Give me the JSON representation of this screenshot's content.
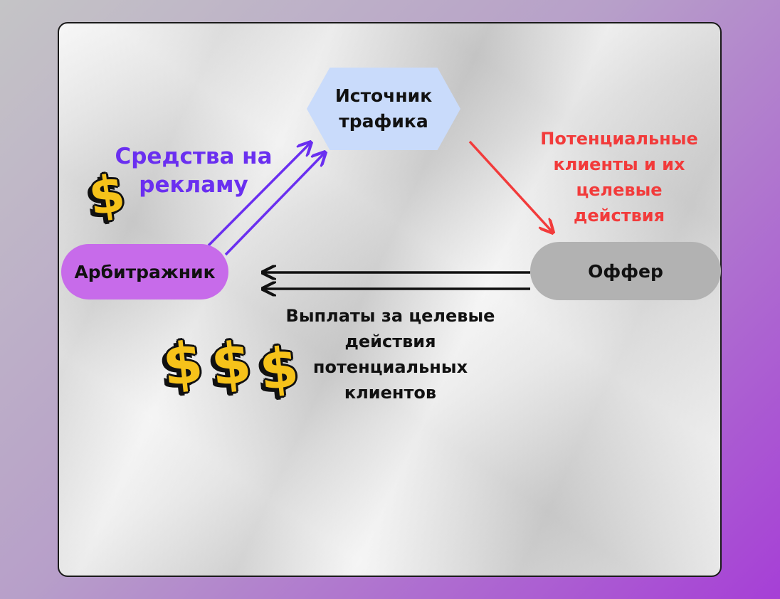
{
  "nodes": {
    "traffic_source": "Источник трафика",
    "arbitrager": "Арбитражник",
    "offer": "Оффер"
  },
  "labels": {
    "ad_funds": "Средства на рекламу",
    "potential_clients": "Потенциальные клиенты и их целевые действия",
    "payouts": "Выплаты за целевые действия потенциальных клиентов"
  },
  "icons": {
    "dollar": "$",
    "dollar_icon_name": "dollar-sign-icon"
  },
  "colors": {
    "traffic_node": "#c9dbfb",
    "arbitrager_node": "#c76bea",
    "offer_node": "#b2b2b2",
    "funds_arrow": "#6a2ff0",
    "leads_arrow": "#f23b3b",
    "payout_arrow": "#111111",
    "dollar": "#f6c21a"
  }
}
